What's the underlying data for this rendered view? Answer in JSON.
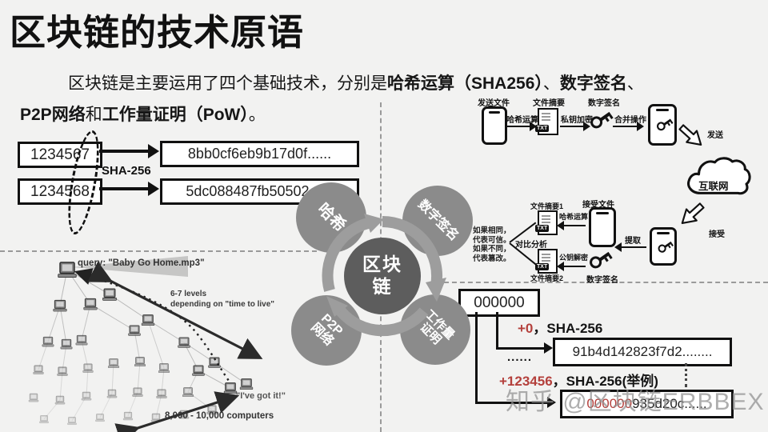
{
  "title": "区块链的技术原语",
  "subtitle": {
    "line1_normal": "区块链是主要运用了四个基础技术，分别是",
    "line1_bold1": "哈希运算（SHA256）",
    "line1_sep1": "、",
    "line1_bold2": "数字签名",
    "line1_sep2": "、",
    "line2_bold1": "P2P网络",
    "line2_normal": "和",
    "line2_bold2": "工作量证明（PoW）",
    "line2_end": "。"
  },
  "sha_demo": {
    "input1": "1234567",
    "input2": "1234568",
    "algo_label": "SHA-256",
    "hash1": "8bb0cf6eb9b17d0f......",
    "hash2": "5dc088487fb50502......"
  },
  "center": {
    "core_line1": "区块",
    "core_line2": "链",
    "hash": "哈希",
    "signature": "数字签名",
    "p2p_line1": "P2P",
    "p2p_line2": "网络",
    "pow_line1": "工作量",
    "pow_line2": "证明"
  },
  "send_flow": {
    "file": "发送文件",
    "hash_op": "哈希运算",
    "digest": "文件摘要",
    "txt_badge": "TXT",
    "encrypt": "私钥加密",
    "signature": "数字签名",
    "merge": "合并操作",
    "send": "发送",
    "internet": "互联网"
  },
  "receive_flow": {
    "receive": "接受",
    "file": "接受文件",
    "extract": "提取",
    "hash_op": "哈希运算",
    "digest1": "文件摘要1",
    "digest2": "文件摘要2",
    "decrypt": "公钥解密",
    "signature": "数字签名",
    "compare": "对比分析",
    "result_lines": [
      "如果相同，",
      "代表可信。",
      "如果不同，",
      "代表篡改。"
    ]
  },
  "pow": {
    "seed": "000000",
    "step1_red": "+0",
    "step1_rest": "，SHA-256",
    "hash1": "91b4d142823f7d2........",
    "dots": "......",
    "step2_red": "+123456",
    "step2_rest": "，SHA-256(举例)",
    "hash2_red": "000000",
    "hash2_rest": "935d20c......"
  },
  "p2p": {
    "query": "query: \"Baby Go Home.mp3\"",
    "levels_line1": "6-7 levels",
    "levels_line2": "depending on \"time to live\"",
    "got_it": "\"I've got it!\"",
    "computers": "8,000 - 10,000 computers"
  },
  "watermark": "知乎 @区块链ERBBEX"
}
